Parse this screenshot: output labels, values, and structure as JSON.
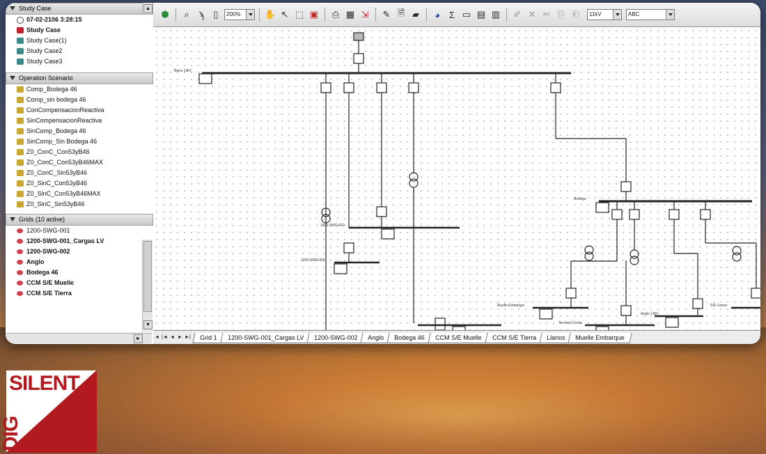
{
  "study_case": {
    "header": "Study Case",
    "items": [
      {
        "label": "07-02-2106 3:28:15",
        "icon": "clock-icon",
        "bold": true
      },
      {
        "label": "Study Case",
        "icon": "study-case-active-icon",
        "bold": true
      },
      {
        "label": "Study Case(1)",
        "icon": "study-case-icon"
      },
      {
        "label": "Study Case2",
        "icon": "study-case-icon"
      },
      {
        "label": "Study Case3",
        "icon": "study-case-icon"
      }
    ]
  },
  "operation_scenario": {
    "header": "Operation Scenario",
    "items": [
      "Comp_Bodega 46",
      "Comp_sin bodega 46",
      "ConCompensacionReactiva",
      "SinCompensacionReactiva",
      "SinComp_Bodega 46",
      "SinComp_Sin Bodega 46",
      "Z0_ConC_Con53yB46",
      "Z0_ConC_Con53yB46MAX",
      "Z0_ConC_Sin53yB46",
      "Z0_SinC_Con53yB46",
      "Z0_SinC_Con53yB46MAX",
      "Z0_SinC_Sin53yB46"
    ]
  },
  "grids": {
    "header": "Grids (10 active)",
    "items": [
      {
        "label": "1200-SWG-001",
        "bold": false
      },
      {
        "label": "1200-SWG-001_Cargas LV",
        "bold": true
      },
      {
        "label": "1200-SWG-002",
        "bold": true
      },
      {
        "label": "Anglo",
        "bold": true
      },
      {
        "label": "Bodega 46",
        "bold": true
      },
      {
        "label": "CCM S/E Muelle",
        "bold": true
      },
      {
        "label": "CCM S/E Tierra",
        "bold": true
      }
    ]
  },
  "toolbar": {
    "zoom": "200%",
    "voltage": "11kV",
    "text_style": "ABC"
  },
  "diagram": {
    "main_busbar_label": "Barra 13kV",
    "bus2_label": "1200-SWG-002",
    "bus3_label": "1200-SWG-001",
    "right_busbar_label": "Bodega",
    "label_muelle_embarque": "Muelle Embarque",
    "label_terminal": "Terminal Costa",
    "label_anglo": "Anglo 13kV",
    "label_s_e_llanos": "S/E Llanos"
  },
  "tabs": [
    "Grid 1",
    "1200-SWG-001_Cargas LV",
    "1200-SWG-002",
    "Anglo",
    "Bodega 46",
    "CCM S/E Muelle",
    "CCM S/E Tierra",
    "Llanos",
    "Muelle Embarque"
  ],
  "logo": {
    "text_line1": "SILENT",
    "text_line2": "DIG"
  },
  "colors": {
    "logo_red": "#b31a1f",
    "study_case_active": "#c02030",
    "grid_icon": "#d04050"
  }
}
